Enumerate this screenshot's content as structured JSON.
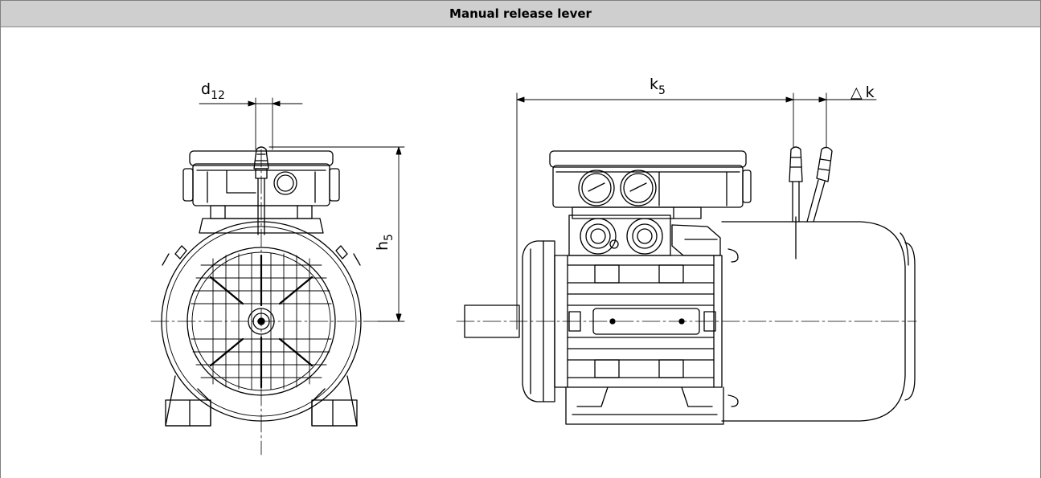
{
  "header": {
    "title": "Manual release lever"
  },
  "dimensions": {
    "d12": {
      "base": "d",
      "sub": "12"
    },
    "h5": {
      "base": "h",
      "sub": "5"
    },
    "k5": {
      "base": "k",
      "sub": "5"
    },
    "dk": {
      "symbol": "△",
      "base": "k"
    }
  },
  "views": [
    "front-view",
    "side-view"
  ]
}
